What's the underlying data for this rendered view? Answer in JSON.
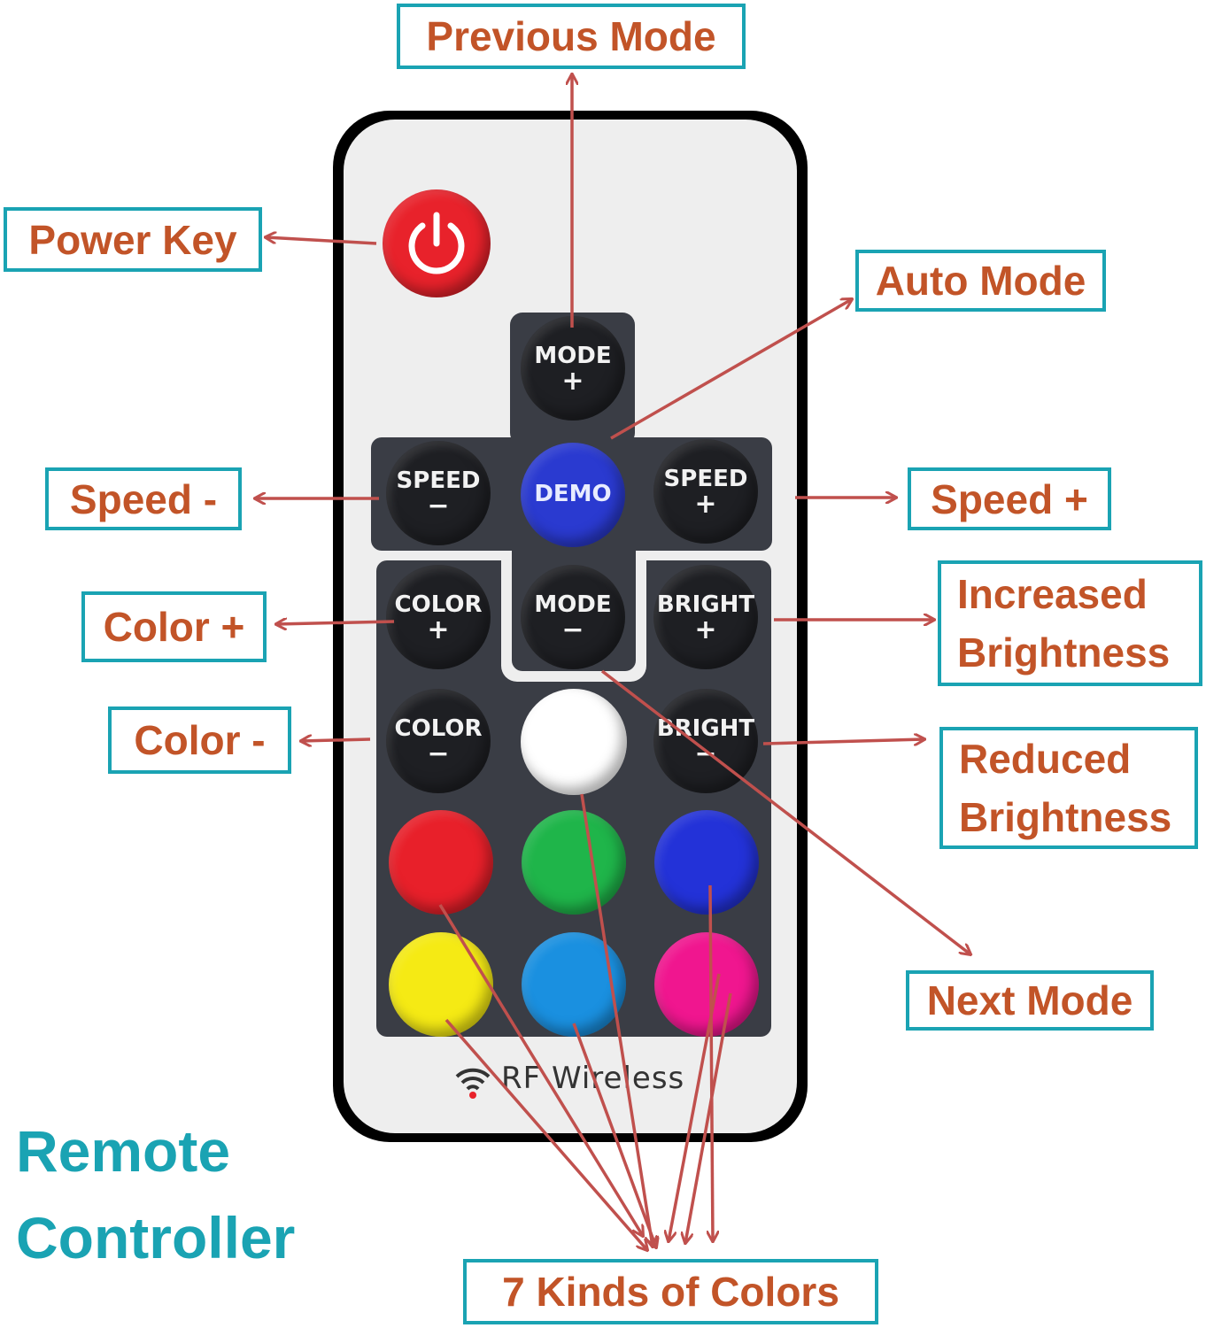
{
  "title_lines": [
    "Remote",
    "Controller"
  ],
  "labels": {
    "previous_mode": "Previous Mode",
    "power_key": "Power Key",
    "auto_mode": "Auto Mode",
    "speed_minus": "Speed -",
    "speed_plus": "Speed +",
    "color_plus": "Color +",
    "increased_brightness": [
      "Increased",
      "Brightness"
    ],
    "color_minus": "Color -",
    "reduced_brightness": [
      "Reduced",
      "Brightness"
    ],
    "next_mode": "Next Mode",
    "seven_colors": "7 Kinds of Colors"
  },
  "remote": {
    "buttons": {
      "mode_plus": [
        "MODE",
        "+"
      ],
      "speed_minus": [
        "SPEED",
        "−"
      ],
      "demo": "DEMO",
      "speed_plus": [
        "SPEED",
        "+"
      ],
      "color_plus": [
        "COLOR",
        "+"
      ],
      "mode_minus": [
        "MODE",
        "−"
      ],
      "bright_plus": [
        "BRIGHT",
        "+"
      ],
      "color_minus": [
        "COLOR",
        "−"
      ],
      "bright_minus": [
        "BRIGHT",
        "−"
      ]
    },
    "color_buttons": [
      "#ffffff",
      "#e8202a",
      "#1fb54a",
      "#2332d8",
      "#f5ea14",
      "#1a90e0",
      "#f0168f"
    ],
    "brand_text": "RF Wireless"
  },
  "colors": {
    "label_text": "#c25428",
    "label_border": "#1aa3b3",
    "title": "#1aa3b3",
    "arrow": "#c0504d",
    "demo_button": "#2a3ad0",
    "power_button": "#e8222b"
  }
}
